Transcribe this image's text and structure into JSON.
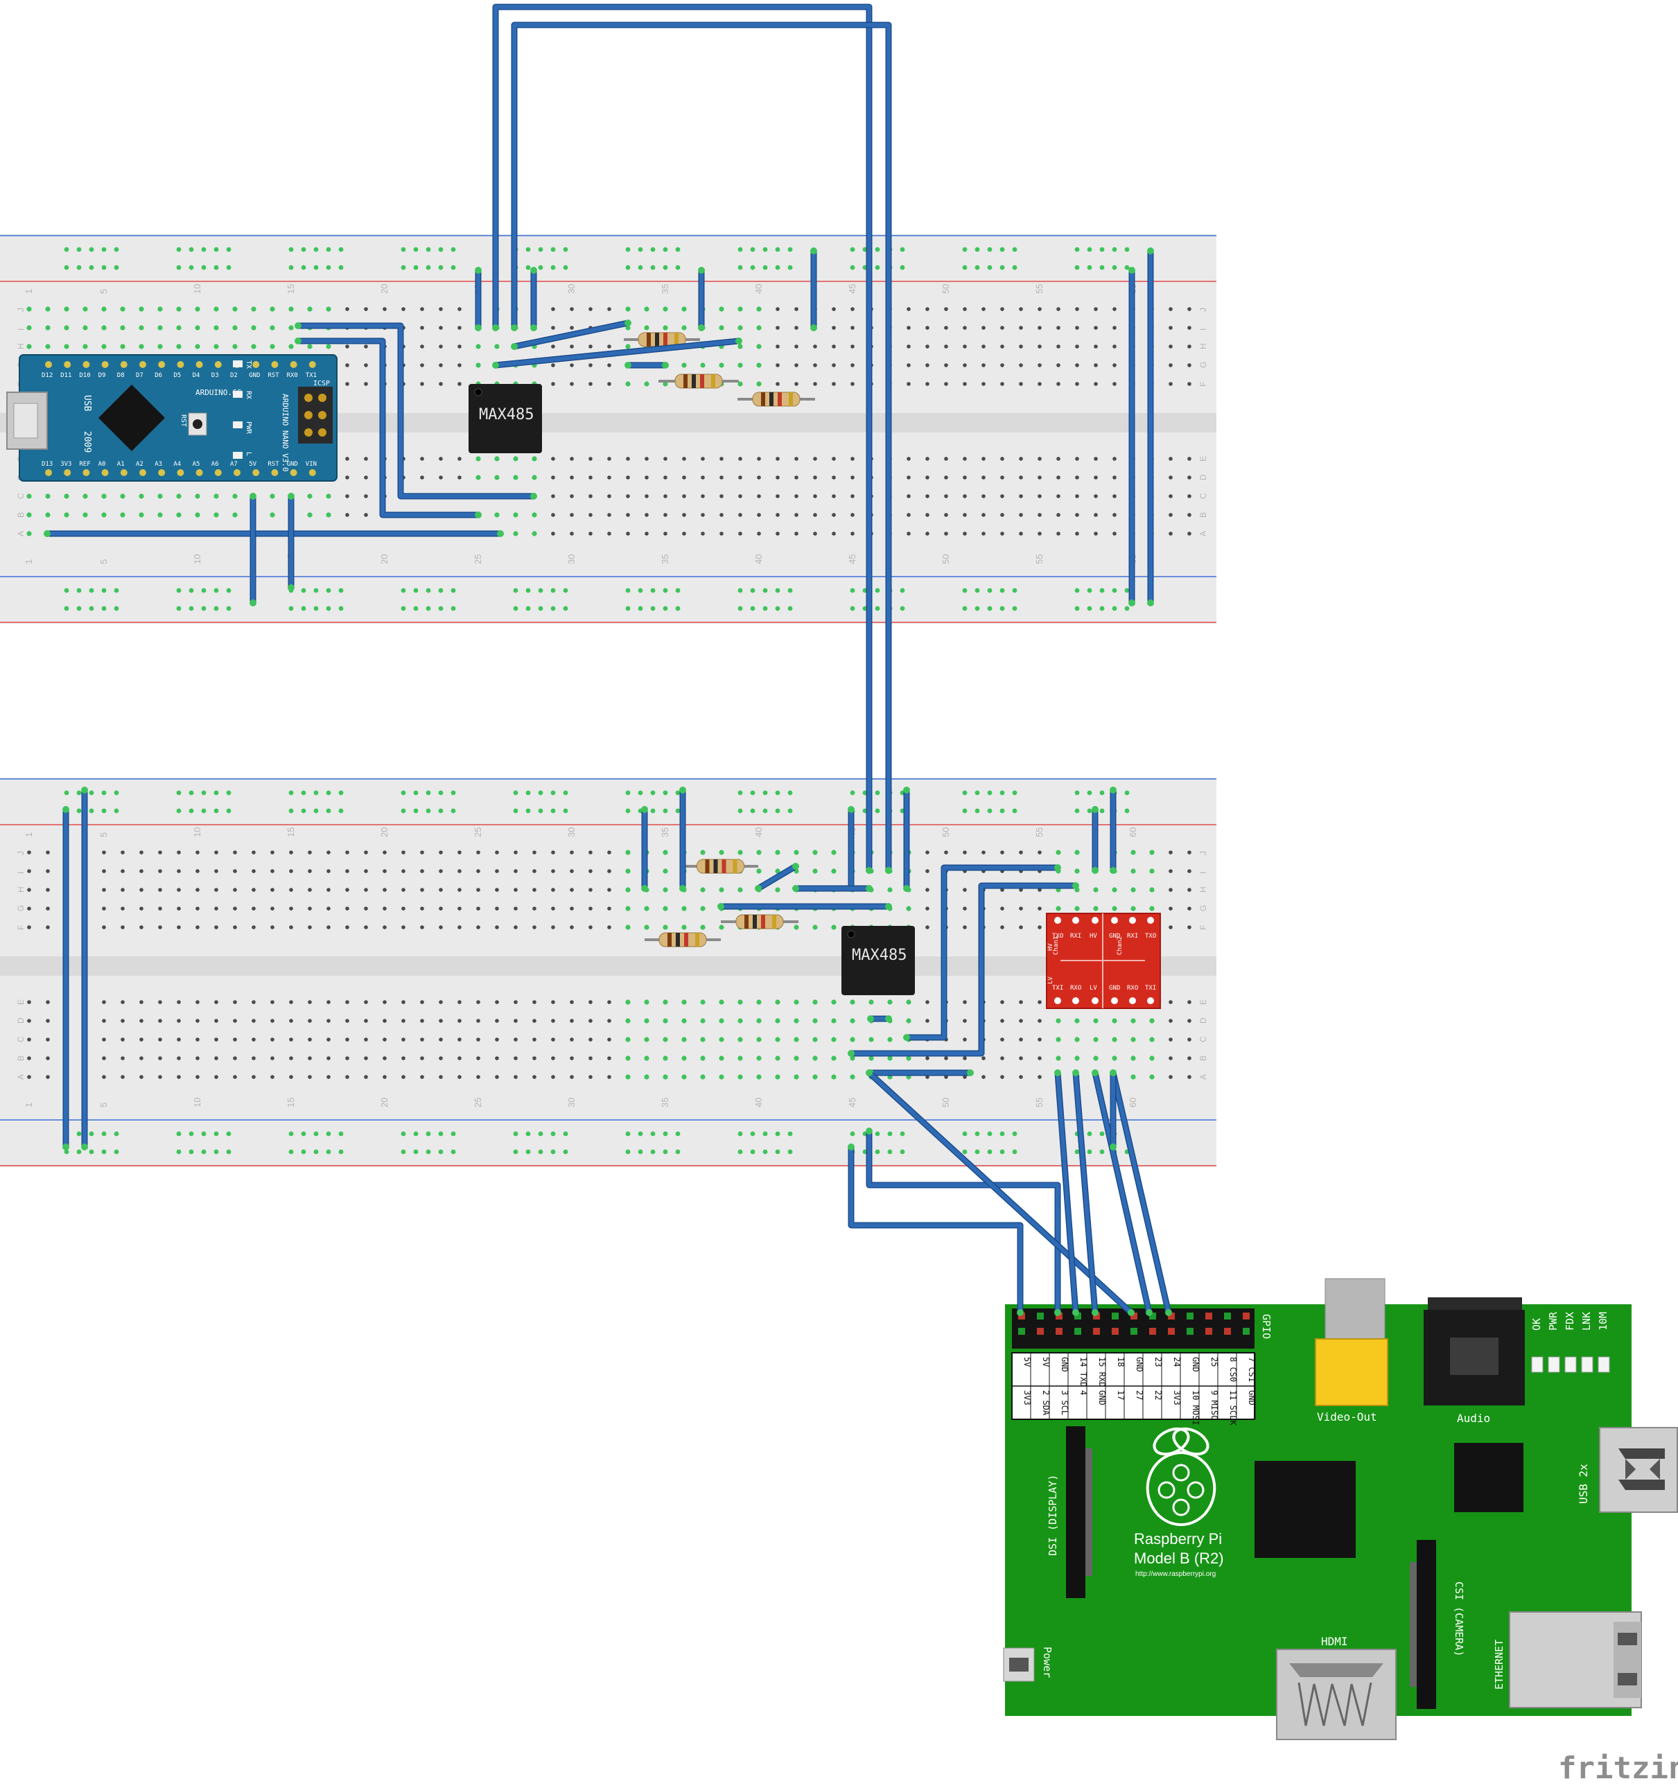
{
  "breadboard_numbers": [
    "1",
    "5",
    "10",
    "15",
    "20",
    "25",
    "30",
    "35",
    "40",
    "45",
    "50",
    "55",
    "60"
  ],
  "breadboard_row_letters_top": [
    "J",
    "I",
    "H",
    "G",
    "F"
  ],
  "breadboard_row_letters_bottom": [
    "E",
    "D",
    "C",
    "B",
    "A"
  ],
  "ic_label": "MAX485",
  "arduino": {
    "top_pins": [
      "D12",
      "D11",
      "D10",
      "D9",
      "D8",
      "D7",
      "D6",
      "D5",
      "D4",
      "D3",
      "D2",
      "GND",
      "RST",
      "RX0",
      "TX1"
    ],
    "bottom_pins": [
      "D13",
      "3V3",
      "REF",
      "A0",
      "A1",
      "A2",
      "A3",
      "A4",
      "A5",
      "A6",
      "A7",
      "5V",
      "RST",
      "GND",
      "VIN"
    ],
    "usb_label": "USB",
    "year_label": "2009",
    "brand_label": "ARDUINO.CC",
    "model_label": "ARDUINO NANO V3.0",
    "icsp_label": "ICSP",
    "led_labels": [
      "TX",
      "RX",
      "PWR",
      "L"
    ],
    "rst_label": "RST"
  },
  "level_shifter": {
    "top_labels": [
      "TXO",
      "RXI",
      "HV",
      "GND",
      "RXI",
      "TXO"
    ],
    "bottom_labels": [
      "TXI",
      "RXO",
      "LV",
      "GND",
      "RXO",
      "TXI"
    ],
    "side_hv": "HV",
    "side_lv": "LV",
    "chan1": "Chan1",
    "chan2": "Chan2"
  },
  "raspberry_pi": {
    "gpio_label": "GPIO",
    "header_top_row": [
      "5V",
      "5V",
      "GND",
      "14 TXD",
      "15 RXD",
      "18",
      "GND",
      "23",
      "24",
      "GND",
      "25",
      "8 CS0",
      "7 CS1"
    ],
    "header_bottom_row": [
      "3V3",
      "2 SDA",
      "3 SCL",
      "4",
      "GND",
      "17",
      "27",
      "22",
      "3V3",
      "10 MOSI",
      "9 MISO",
      "11 SCLK",
      "GND"
    ],
    "name_line1": "Raspberry Pi",
    "name_line2": "Model B (R2)",
    "url": "http://www.raspberrypi.org",
    "video_out": "Video-Out",
    "audio": "Audio",
    "status_leds": [
      "OK",
      "PWR",
      "FDX",
      "LNK",
      "10M"
    ],
    "usb": "USB 2x",
    "ethernet": "ETHERNET",
    "hdmi": "HDMI",
    "dsi": "DSI (DISPLAY)",
    "csi": "CSI (CAMERA)",
    "power": "Power"
  },
  "watermark": "fritzing",
  "colors": {
    "wire": "#2f6bb5",
    "wire_edge": "#1b4c8c",
    "breadboard": "#eaeaea",
    "rail_red": "#e24b4b",
    "rail_blue": "#3d6fd8",
    "hole": "#4a4a4a",
    "hole_green": "#3fc35c",
    "arduino": "#1b6e97",
    "pi_board": "#179416",
    "level_shifter": "#d42a1d",
    "ic_body": "#1c1c1c",
    "fritzing_text": "#8e8e8e"
  }
}
